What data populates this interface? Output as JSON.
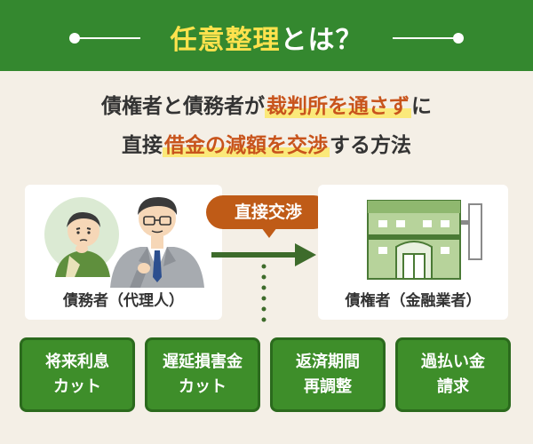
{
  "header": {
    "title_main": "任意整理",
    "title_rest": "とは？"
  },
  "subtitle": {
    "line1_part1": "債権者と債務者が",
    "line1_accent": "裁判所を通さず",
    "line1_part2": "に",
    "line2_part1": "直接",
    "line2_accent": "借金の減額を交渉",
    "line2_part2": "する方法"
  },
  "debtor": {
    "label": "債務者（代理人）"
  },
  "creditor": {
    "label": "債権者（金融業者）"
  },
  "negotiation": {
    "label": "直接交渉"
  },
  "options": [
    {
      "line1": "将来利息",
      "line2": "カット"
    },
    {
      "line1": "遅延損害金",
      "line2": "カット"
    },
    {
      "line1": "返済期間",
      "line2": "再調整"
    },
    {
      "line1": "過払い金",
      "line2": "請求"
    }
  ],
  "colors": {
    "header_green": "#34882f",
    "option_green": "#3e8e2a",
    "accent_text": "#c8541c",
    "highlight_yellow": "#fbe97a",
    "badge_brown": "#bf5b17",
    "background": "#f4efe6"
  }
}
